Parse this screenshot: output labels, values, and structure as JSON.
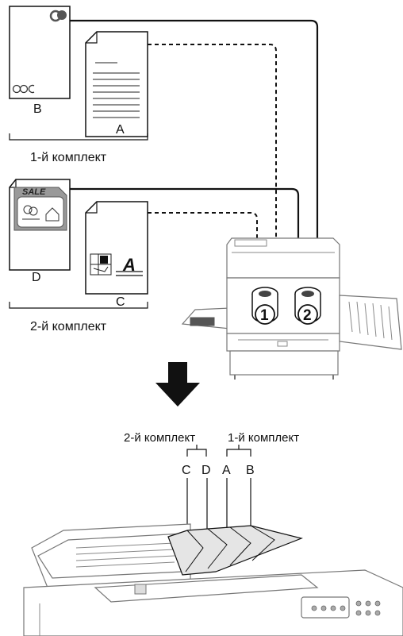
{
  "originals": [
    {
      "id": "A",
      "label": "A"
    },
    {
      "id": "B",
      "label": "B"
    },
    {
      "id": "C",
      "label": "C"
    },
    {
      "id": "D",
      "label": "D"
    }
  ],
  "sets": {
    "set1_label": "1-й комплект",
    "set2_label": "2-й комплект"
  },
  "artwork": {
    "sale_text": "SALE",
    "big_letter": "A"
  },
  "drums": [
    {
      "number": "1"
    },
    {
      "number": "2"
    }
  ],
  "adf": {
    "set2_label": "2-й комплект",
    "set1_label": "1-й комплект",
    "stack_labels": [
      "C",
      "D",
      "A",
      "B"
    ]
  },
  "icons": {
    "arrow": "down-arrow-icon"
  }
}
